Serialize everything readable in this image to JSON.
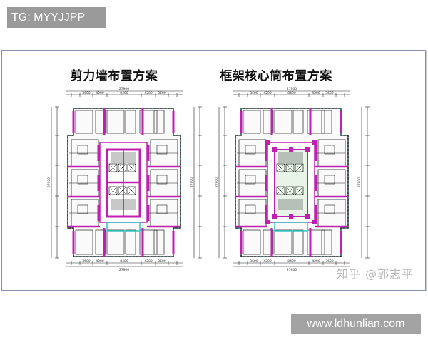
{
  "watermark_top": "TG: MYYJJPP",
  "watermark_bottom": "www.ldhunlian.com",
  "zhihu_watermark": "知乎 @郭志平",
  "plans": [
    {
      "title": "剪力墙布置方案",
      "core": "shear-wall"
    },
    {
      "title": "框架核心筒布置方案",
      "core": "frame-core-tube"
    }
  ],
  "dimensions": {
    "overall": "27900",
    "segments": [
      "3600",
      "4200",
      "8400",
      "4200",
      "3600"
    ],
    "vertical_overall": "27900"
  },
  "colors": {
    "wall": "#c020b0",
    "line": "#222222",
    "accent": "#30c8c8",
    "core_fill": "#e8f4e8"
  }
}
